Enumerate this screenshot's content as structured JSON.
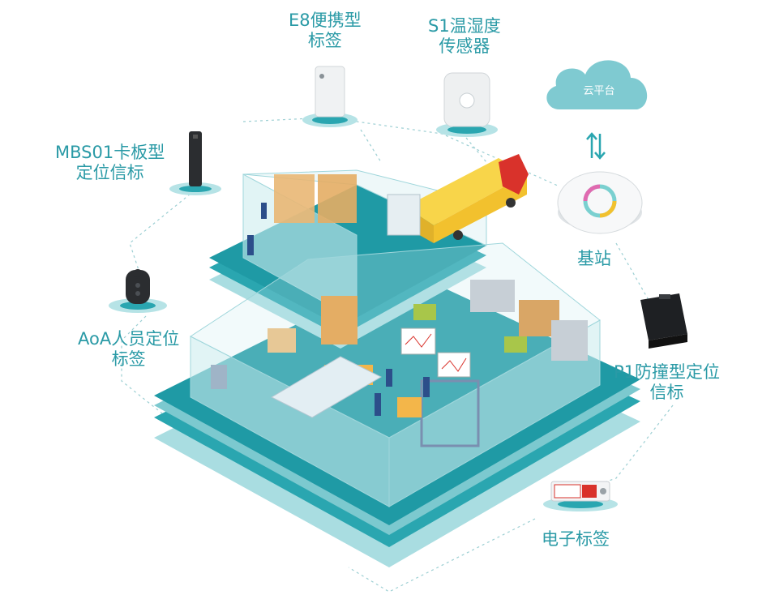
{
  "labels": {
    "e8_tag": {
      "line1": "E8便携型",
      "line2": "标签"
    },
    "s1_sensor": {
      "line1": "S1温湿度",
      "line2": "传感器"
    },
    "cloud": "云平台",
    "mbs01": {
      "line1": "MBS01卡板型",
      "line2": "定位信标"
    },
    "base_station": "基站",
    "aoa_tag": {
      "line1": "AoA人员定位",
      "line2": "标签"
    },
    "p1_beacon": {
      "line1": "P1防撞型定位",
      "line2": "信标"
    },
    "e_label": "电子标签"
  },
  "colors": {
    "teal": "#1fa3ad",
    "teal_light": "#8fd3d8",
    "teal_text": "#2a9aa6",
    "floor": "#2aa6b0",
    "glass": "#bfe7ea",
    "truck_yellow": "#f2c12e",
    "truck_red": "#d9322b"
  }
}
